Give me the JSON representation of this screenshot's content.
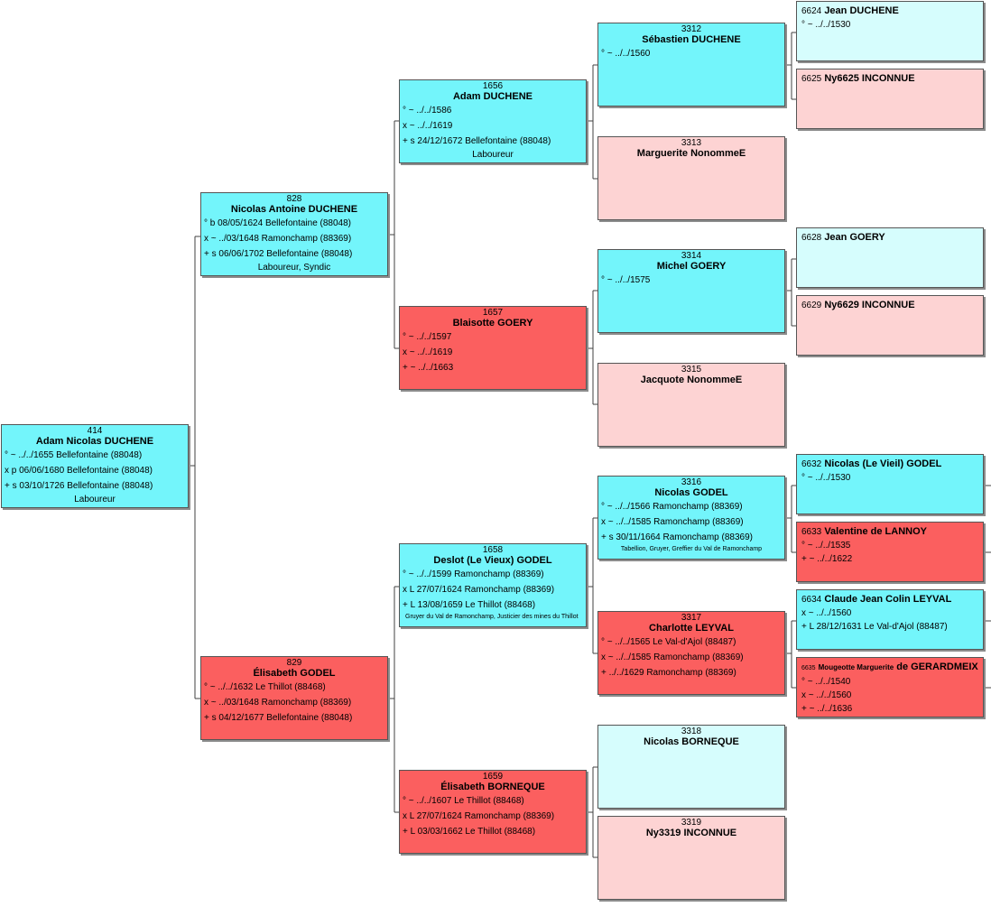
{
  "persons": [
    {
      "id": "414",
      "color": "cyan",
      "name": "Adam Nicolas DUCHENE",
      "events": [
        "° ~ ../../1655 Bellefontaine (88048)",
        "x p 06/06/1680 Bellefontaine (88048)",
        "+ s 03/10/1726 Bellefontaine (88048)"
      ],
      "occupation": "Laboureur"
    },
    {
      "id": "828",
      "color": "cyan",
      "name": "Nicolas Antoine DUCHENE",
      "events": [
        "° b 08/05/1624 Bellefontaine (88048)",
        "x ~ ../03/1648 Ramonchamp (88369)",
        "+ s 06/06/1702 Bellefontaine (88048)"
      ],
      "occupation": "Laboureur, Syndic"
    },
    {
      "id": "829",
      "color": "red",
      "name": "Élisabeth GODEL",
      "events": [
        "° ~ ../../1632 Le Thillot (88468)",
        "x ~ ../03/1648 Ramonchamp (88369)",
        "+ s 04/12/1677 Bellefontaine (88048)"
      ],
      "occupation": ""
    },
    {
      "id": "1656",
      "color": "cyan",
      "name": "Adam DUCHENE",
      "events": [
        "° ~ ../../1586",
        "x ~ ../../1619",
        "+ s 24/12/1672 Bellefontaine (88048)"
      ],
      "occupation": "Laboureur"
    },
    {
      "id": "1657",
      "color": "red",
      "name": "Blaisotte GOERY",
      "events": [
        "° ~ ../../1597",
        "x ~ ../../1619",
        "+ ~ ../../1663"
      ],
      "occupation": ""
    },
    {
      "id": "1658",
      "color": "cyan",
      "name": "Deslot (Le Vieux) GODEL",
      "events": [
        "° ~ ../../1599 Ramonchamp (88369)",
        "x L 27/07/1624 Ramonchamp (88369)",
        "+ L 13/08/1659 Le Thillot (88468)"
      ],
      "occupation": "Gruyer du Val de Ramonchamp, Justicier des mines du Thillot"
    },
    {
      "id": "1659",
      "color": "red",
      "name": "Élisabeth BORNEQUE",
      "events": [
        "° ~ ../../1607 Le Thillot (88468)",
        "x L 27/07/1624 Ramonchamp (88369)",
        "+ L 03/03/1662 Le Thillot (88468)"
      ],
      "occupation": ""
    },
    {
      "id": "3312",
      "color": "cyan",
      "name": "Sébastien DUCHENE",
      "events": [
        "° ~ ../../1560"
      ],
      "occupation": ""
    },
    {
      "id": "3313",
      "color": "pink",
      "name": "Marguerite NonommeE",
      "events": [],
      "occupation": ""
    },
    {
      "id": "3314",
      "color": "cyan",
      "name": "Michel GOERY",
      "events": [
        "° ~ ../../1575"
      ],
      "occupation": ""
    },
    {
      "id": "3315",
      "color": "pink",
      "name": "Jacquote NonommeE",
      "events": [],
      "occupation": ""
    },
    {
      "id": "3316",
      "color": "cyan",
      "name": "Nicolas GODEL",
      "events": [
        "° ~ ../../1566 Ramonchamp (88369)",
        "x ~ ../../1585 Ramonchamp (88369)",
        "+ s 30/11/1664 Ramonchamp (88369)"
      ],
      "occupation": "Tabellion, Gruyer, Greffier du Val de Ramonchamp"
    },
    {
      "id": "3317",
      "color": "red",
      "name": "Charlotte LEYVAL",
      "events": [
        "° ~ ../../1565 Le Val-d'Ajol (88487)",
        "x ~ ../../1585 Ramonchamp (88369)",
        "+ ../../1629 Ramonchamp (88369)"
      ],
      "occupation": ""
    },
    {
      "id": "3318",
      "color": "lcyan",
      "name": "Nicolas BORNEQUE",
      "events": [],
      "occupation": ""
    },
    {
      "id": "3319",
      "color": "pink",
      "name": "Ny3319 INCONNUE",
      "events": [],
      "occupation": ""
    },
    {
      "id": "6624",
      "color": "lcyan",
      "name": "Jean DUCHENE",
      "events": [
        "° ~ ../../1530"
      ]
    },
    {
      "id": "6625",
      "color": "pink",
      "name": "Ny6625 INCONNUE",
      "events": []
    },
    {
      "id": "6628",
      "color": "lcyan",
      "name": "Jean GOERY",
      "events": []
    },
    {
      "id": "6629",
      "color": "pink",
      "name": "Ny6629 INCONNUE",
      "events": []
    },
    {
      "id": "6632",
      "color": "cyan",
      "name": "Nicolas (Le Vieil) GODEL",
      "events": [
        "° ~ ../../1530"
      ]
    },
    {
      "id": "6633",
      "color": "red",
      "name": "Valentine de LANNOY",
      "events": [
        "° ~ ../../1535",
        "",
        "+ ~ ../../1622"
      ]
    },
    {
      "id": "6634",
      "color": "cyan",
      "name": "Claude Jean Colin LEYVAL",
      "events": [
        "",
        "x ~ ../../1560",
        "+ L 28/12/1631 Le Val-d'Ajol (88487)"
      ]
    },
    {
      "id": "6635",
      "color": "red",
      "name": "Mougeotte Marguerite",
      "name_tail": "de GERARDMEIX",
      "events": [
        "° ~ ../../1540",
        "x ~ ../../1560",
        "+ ~ ../../1636"
      ]
    }
  ],
  "colors": {
    "cyan": "#73f5fb",
    "lcyan": "#d6fdfd",
    "red": "#fb5f5f",
    "pink": "#fdd3d3",
    "line": "#404040"
  }
}
